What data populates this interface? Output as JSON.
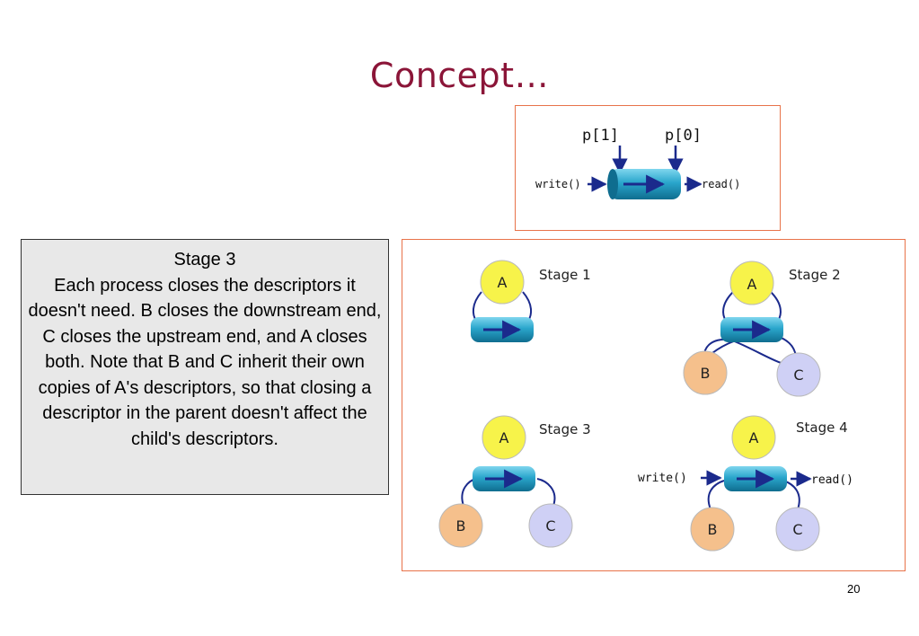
{
  "slide": {
    "title": "Concept…",
    "page_number": "20"
  },
  "pipe_diagram": {
    "label_write_end": "p[1]",
    "label_read_end": "p[0]",
    "write_call": "write()",
    "read_call": "read()"
  },
  "note": {
    "heading": "Stage 3",
    "body": "Each process closes the descriptors it doesn't need. B closes the downstream end, C closes the upstream end, and A closes both. Note that B and C inherit their own copies of A's descriptors, so that closing a descriptor in the parent doesn't affect the child's descriptors."
  },
  "stages": [
    {
      "label": "Stage 1",
      "nodes": [
        "A"
      ]
    },
    {
      "label": "Stage 2",
      "nodes": [
        "A",
        "B",
        "C"
      ]
    },
    {
      "label": "Stage 3",
      "nodes": [
        "A",
        "B",
        "C"
      ]
    },
    {
      "label": "Stage 4",
      "nodes": [
        "A",
        "B",
        "C"
      ],
      "write_call": "write()",
      "read_call": "read()"
    }
  ],
  "colors": {
    "title": "#8b1538",
    "box_border": "#e8734a",
    "node_a": "#f7f34a",
    "node_b": "#f5c08c",
    "node_c": "#cfd0f5",
    "pipe": "#2aa6cc",
    "arrow": "#1b2a8c"
  }
}
